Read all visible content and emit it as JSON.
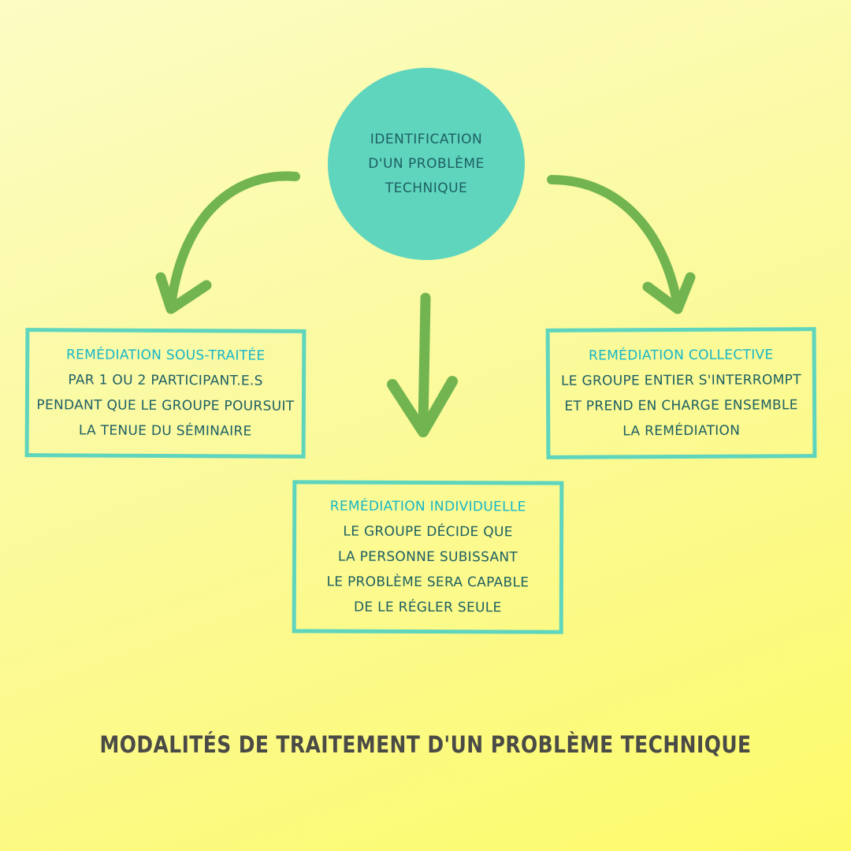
{
  "colors": {
    "background_top": "#fcfcc4",
    "background_bottom": "#fdfb6a",
    "teal": "#5fd5bd",
    "title_cyan": "#17b6c8",
    "body_text": "#1d5f63",
    "arrow_green": "#72b550",
    "caption_gray": "#4a4a46"
  },
  "center_node": {
    "lines": [
      "IDENTIFICATION",
      "D'UN PROBLÈME",
      "TECHNIQUE"
    ]
  },
  "boxes": {
    "left": {
      "title": "REMÉDIATION SOUS-TRAITÉE",
      "lines": [
        "PAR 1 OU 2 PARTICIPANT.E.S",
        "PENDANT QUE LE GROUPE POURSUIT",
        "LA TENUE DU SÉMINAIRE"
      ]
    },
    "right": {
      "title": "REMÉDIATION COLLECTIVE",
      "lines": [
        "LE GROUPE ENTIER S'INTERROMPT",
        "ET PREND EN CHARGE ENSEMBLE",
        "LA REMÉDIATION"
      ]
    },
    "bottom": {
      "title": "REMÉDIATION INDIVIDUELLE",
      "lines": [
        "LE GROUPE DÉCIDE QUE",
        "LA PERSONNE SUBISSANT",
        "LE PROBLÈME SERA CAPABLE",
        "DE LE RÉGLER SEULE"
      ]
    }
  },
  "caption": "MODALITÉS DE TRAITEMENT D'UN PROBLÈME TECHNIQUE",
  "icons": [
    "curved-arrow-left-icon",
    "straight-arrow-down-icon",
    "curved-arrow-right-icon"
  ]
}
